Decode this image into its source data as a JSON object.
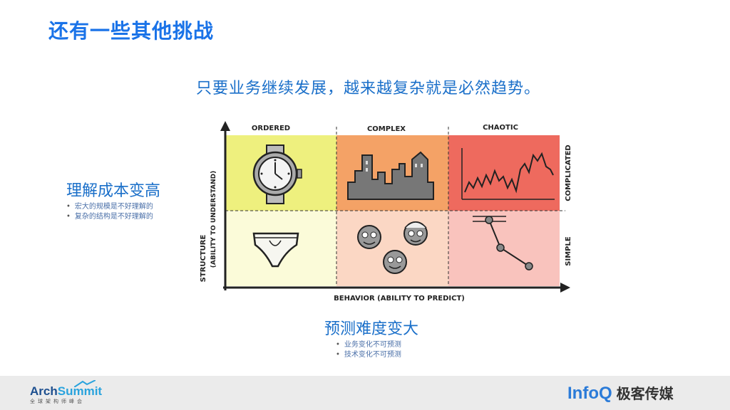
{
  "slide": {
    "title": "还有一些其他挑战",
    "subtitle": "只要业务继续发展，越来越复杂就是必然趋势。"
  },
  "left_block": {
    "heading": "理解成本变高",
    "bullets": [
      "宏大的规模是不好理解的",
      "复杂的结构是不好理解的"
    ]
  },
  "bottom_block": {
    "heading": "预测难度变大",
    "bullets": [
      "业务变化不可预测",
      "技术变化不可预测"
    ]
  },
  "diagram": {
    "columns": [
      "ORDERED",
      "COMPLEX",
      "CHAOTIC"
    ],
    "rows": [
      "COMPLICATED",
      "SIMPLE"
    ],
    "x_axis_label": "BEHAVIOR (ABILITY TO PREDICT)",
    "y_axis_label_1": "STRUCTURE",
    "y_axis_label_2": "(ABILITY TO UNDERSTAND)",
    "cell_colors": {
      "ordered_complicated": "#eef07e",
      "complex_complicated": "#f4a266",
      "chaotic_complicated": "#ee6a5e",
      "ordered_simple": "#fbfbd9",
      "complex_simple": "#fbd7c4",
      "chaotic_simple": "#f9c3bd"
    },
    "icons": [
      "wristwatch-icon",
      "city-skyline-icon",
      "chaotic-line-icon",
      "underwear-icon",
      "faces-icon",
      "pendulum-icon"
    ]
  },
  "footer": {
    "left_logo_part1": "Arch",
    "left_logo_part2": "Summit",
    "left_logo_sub": "全球架构师峰会",
    "right_logo_part1": "InfoQ",
    "right_logo_part2": "极客传媒"
  }
}
